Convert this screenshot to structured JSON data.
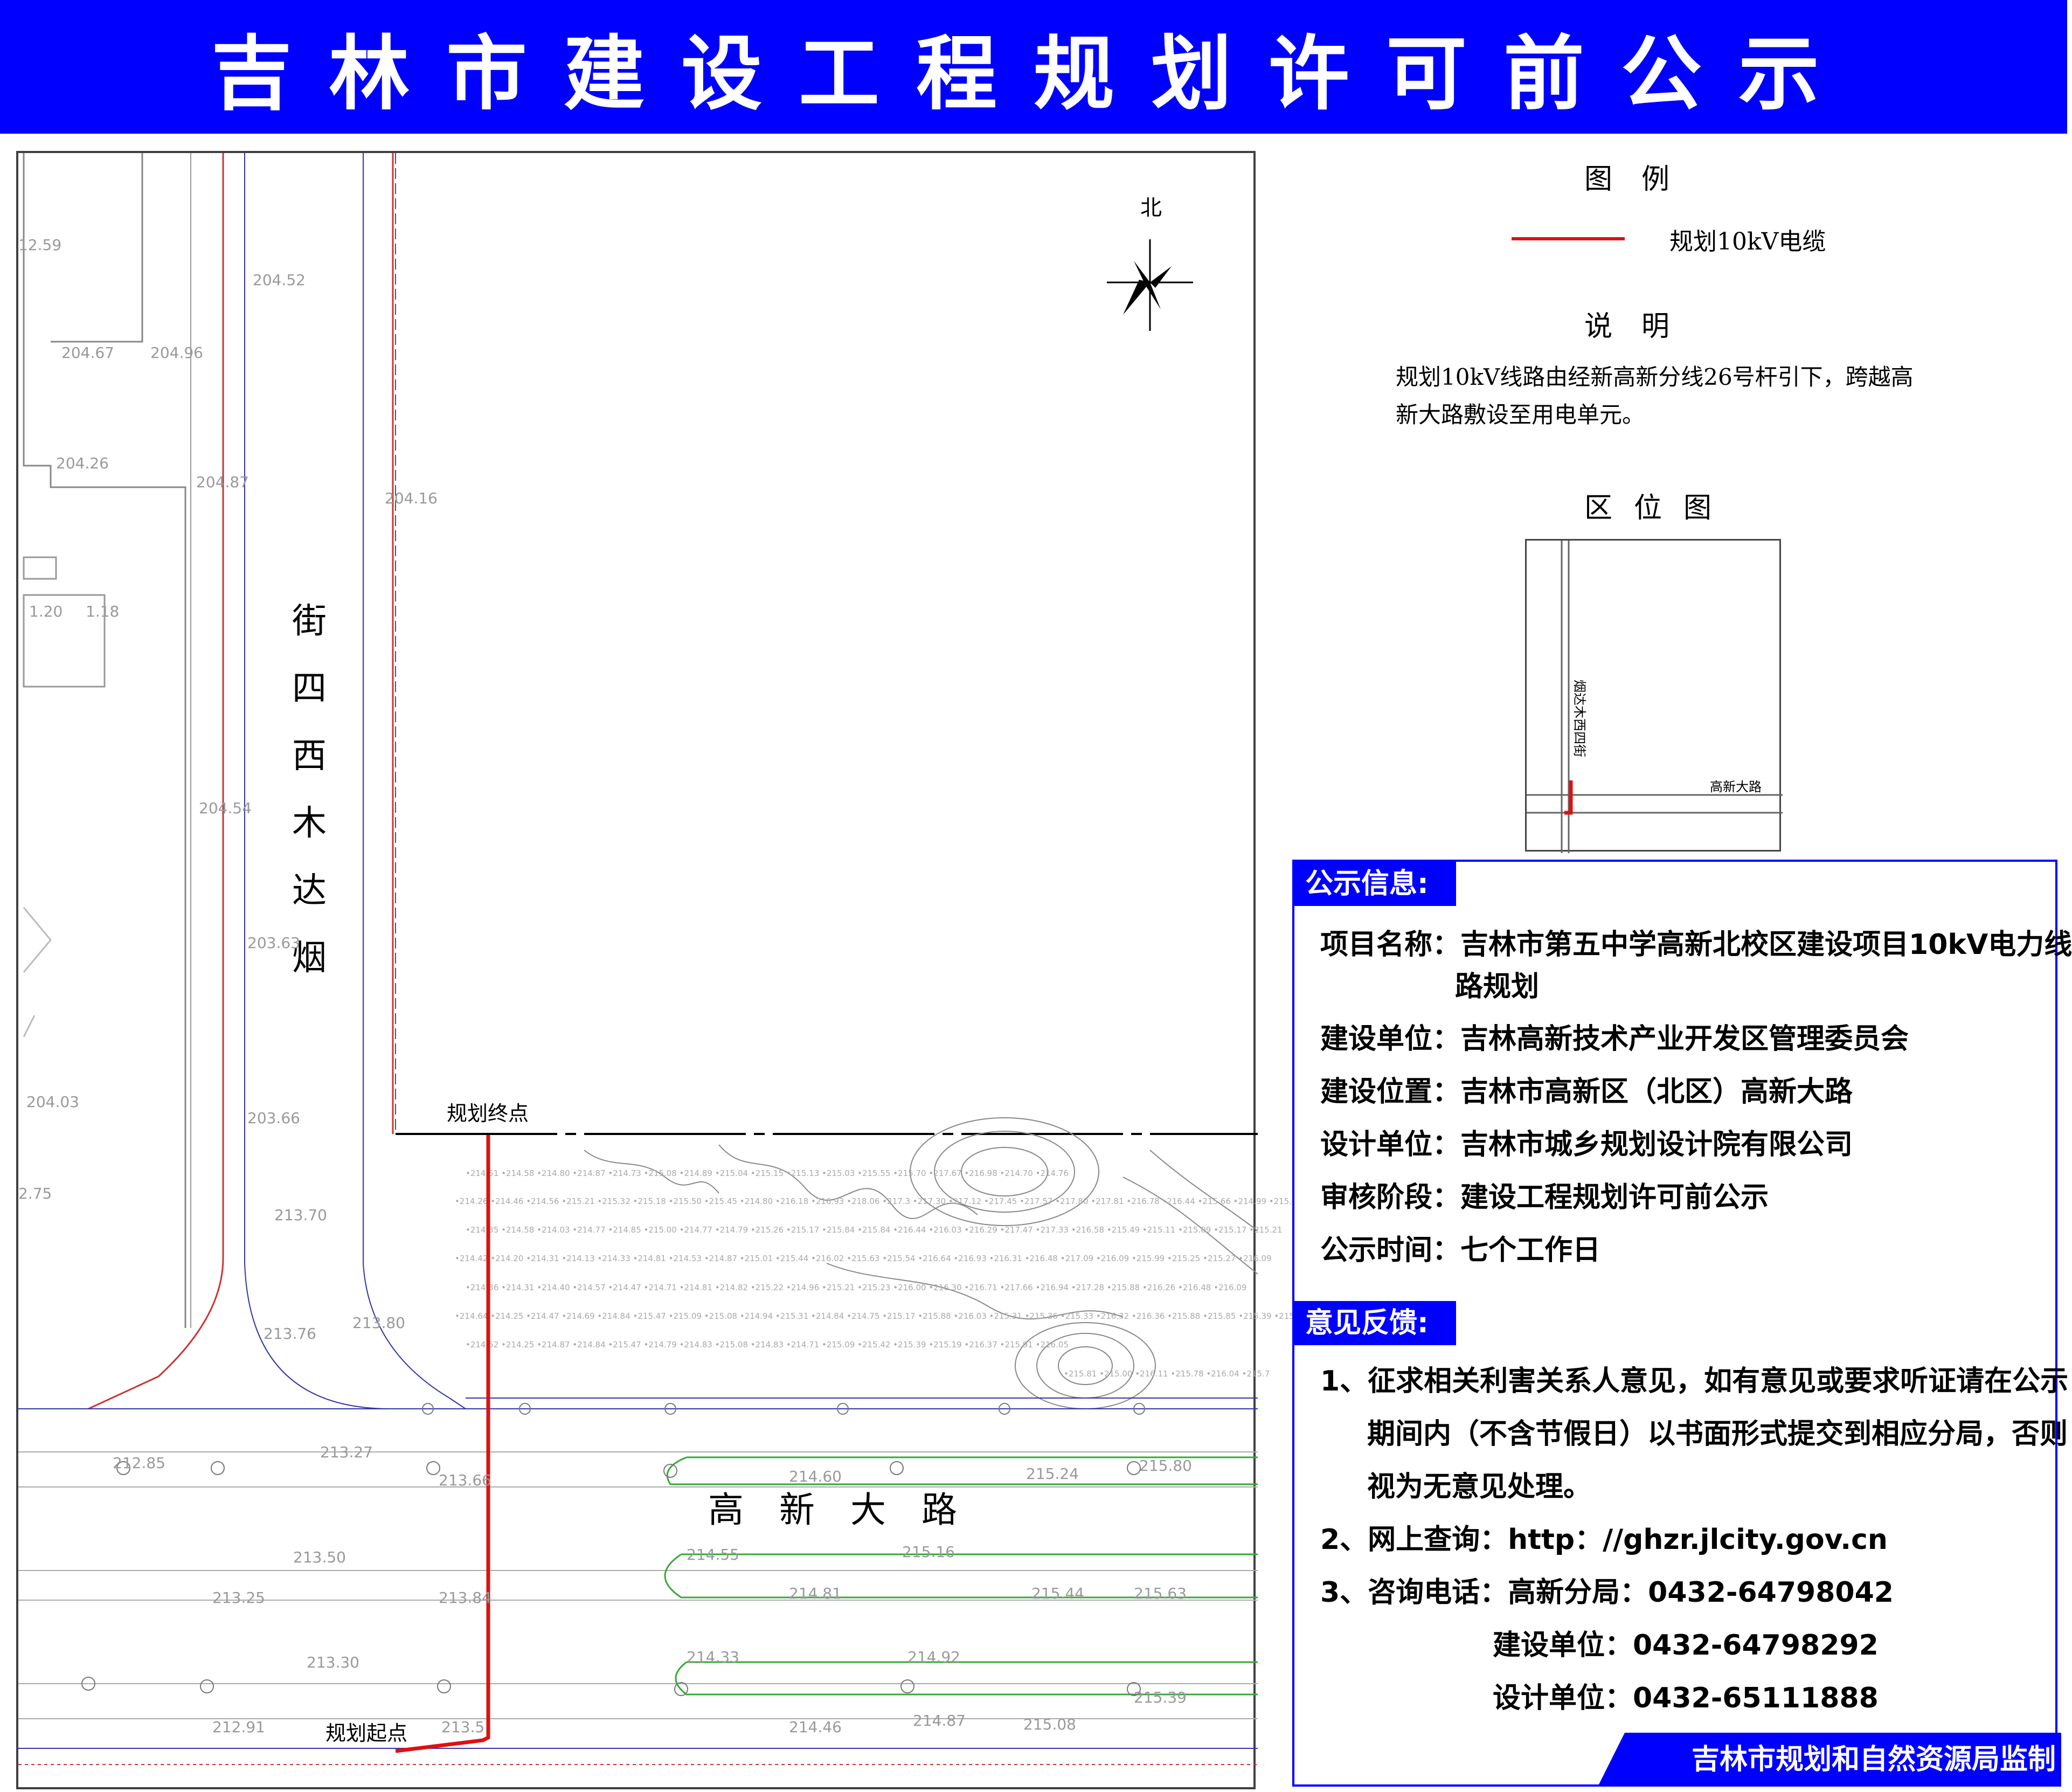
{
  "header": {
    "title": "吉林市建设工程规划许可前公示"
  },
  "map": {
    "north_label": "北",
    "street_vertical": [
      "烟",
      "达",
      "木",
      "西",
      "四",
      "街"
    ],
    "road_main": "高　新　大　路",
    "end_point_label": "规划终点",
    "start_point_label": "规划起点",
    "elevations": [
      "12.59",
      "204.52",
      "204.67",
      "204.96",
      "204.26",
      "204.87",
      "204.16",
      "204.54",
      "203.63",
      "204.03",
      "203.66",
      "213.70",
      "213.76",
      "213.80",
      "213.27",
      "212.85",
      "213.66",
      "214.60",
      "215.24",
      "215.80",
      "213.50",
      "214.55",
      "215.16",
      "213.25",
      "213.84",
      "214.81",
      "215.44",
      "215.63",
      "213.30",
      "214.33",
      "214.92",
      "215.39",
      "212.91",
      "213.5",
      "214.46",
      "214.87",
      "215.08",
      "2.75",
      "1.20",
      "1.18"
    ],
    "cable_color": "#e01010"
  },
  "legend": {
    "heading": "图例",
    "cable_label": "规划10kV电缆",
    "cable_color": "#e01010",
    "notes_heading": "说明",
    "notes_text": "规划10kV线路由经新高新分线26号杆引下，跨越高新大路敷设至用电单元。",
    "location_heading": "区位图",
    "inset_street": "烟达木西四街",
    "inset_road": "高新大路"
  },
  "info": {
    "tag": "公示信息:",
    "rows": [
      {
        "key": "项目名称：",
        "value": "吉林市第五中学高新北校区建设项目10kV电力线",
        "value2": "路规划"
      },
      {
        "key": "建设单位：",
        "value": "吉林高新技术产业开发区管理委员会"
      },
      {
        "key": "建设位置：",
        "value": "吉林市高新区（北区）高新大路"
      },
      {
        "key": "设计单位：",
        "value": "吉林市城乡规划设计院有限公司"
      },
      {
        "key": "审核阶段：",
        "value": "建设工程规划许可前公示"
      },
      {
        "key": "公示时间：",
        "value": "七个工作日"
      }
    ]
  },
  "feedback": {
    "tag": "意见反馈:",
    "item1_line1": "1、征求相关利害关系人意见，如有意见或要求听证请在公示",
    "item1_line2": "期间内（不含节假日）以书面形式提交到相应分局，否则",
    "item1_line3": "视为无意见处理。",
    "item2": "2、网上查询：http：//ghzr.jlcity.gov.cn",
    "item3": "3、咨询电话：高新分局：0432-64798042",
    "item3b": "建设单位：0432-64798292",
    "item3c": "设计单位：0432-65111888"
  },
  "footer": {
    "text": "吉林市规划和自然资源局监制",
    "color": "#0000ff"
  }
}
